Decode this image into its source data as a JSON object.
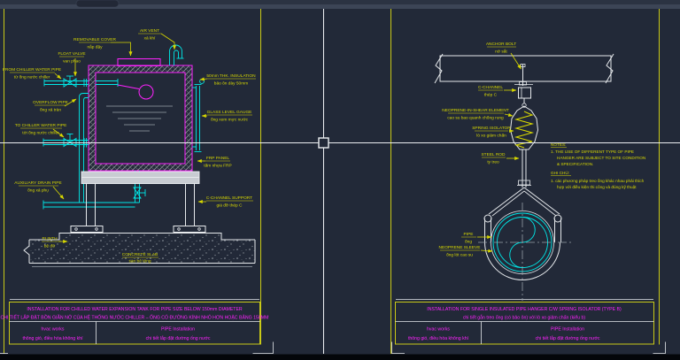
{
  "colors": {
    "background": "#222938",
    "frame_yellow": "#c9c917",
    "annotation_yellow": "#d8d800",
    "detail_magenta": "#ff22ff",
    "pipe_cyan": "#00e8e8",
    "line_white": "#e6e9ec",
    "hatch_gray": "#98a0a8"
  },
  "left_sheet": {
    "labels": {
      "removable_cover": {
        "en": "REMOVABLE COVER",
        "vn": "nắp đậy"
      },
      "air_vent": {
        "en": "AIR VENT",
        "vn": "xả khí"
      },
      "float_valve": {
        "en": "FLOAT VALVE",
        "vn": "van phao"
      },
      "from_chiller_water_pipe": {
        "en": "FROM CHILLER WATER PIPE",
        "vn": "từ ống nước chiller"
      },
      "overflow_pipe": {
        "en": "OVERFLOW PIPE",
        "vn": "ống xả tràn"
      },
      "insulation": {
        "en": "50mm THK. INSULATION",
        "vn": "bảo ôn dày 50mm"
      },
      "glass_level_gauge": {
        "en": "GLASS LEVEL GAUGE",
        "vn": "ống xem mực nước"
      },
      "to_chiller_water_pipe": {
        "en": "TO CHILLER WATER PIPE",
        "vn": "tới ống nước chiller"
      },
      "frp_panel": {
        "en": "FRP PANEL",
        "vn": "tấm nhựa FRP"
      },
      "auxiliary_drain_pipe": {
        "en": "AUXILIARY DRAIN PIPE",
        "vn": "ống xả phụ"
      },
      "c_channel_support": {
        "en": "C-CHANNEL SUPPORT",
        "vn": "giá đỡ thép C"
      },
      "plinth": {
        "en": "PLINTH",
        "vn": "bệ đỡ"
      },
      "concrete_slab": {
        "en": "CONCRETE SLAB",
        "vn": "sàn bê tông"
      }
    },
    "title_block": {
      "title_en": "INSTALLATION FOR CHILLED WATER EXPANSION TANK FOR PIPE SIZE BELOW 150mm DIAMETER",
      "title_vn": "CHI TIẾT LẮP ĐẶT BỒN GIÃN NỞ CỦA HỆ THỐNG NƯỚC CHILLER – ỐNG CÓ ĐƯỜNG KÍNH NHỎ HƠN HOẶC BẰNG 150MM",
      "discipline_en": "hvac works",
      "discipline_vn": "thông gió, điều hòa không khí",
      "category_en": "PIPE  Installation",
      "category_vn": "chi tiết lắp đặt đường ống nước"
    }
  },
  "right_sheet": {
    "labels": {
      "anchor_bolt": {
        "en": "ANCHOR BOLT",
        "vn": "nở sắt"
      },
      "c_channel": {
        "en": "C-CHANNEL",
        "vn": "thép C"
      },
      "neoprene_in_shear": {
        "en": "NEOPRENE-IN-SHEAR ELEMENT",
        "vn": "cao su bao quanh chống rung"
      },
      "spring_isolator": {
        "en": "SPRING ISOLATOR",
        "vn": "lò xo giảm chấn"
      },
      "steel_rod": {
        "en": "STEEL ROD",
        "vn": "ty treo"
      },
      "pipe": {
        "en": "PIPE",
        "vn": "ống"
      },
      "neoprene_sleeve": {
        "en": "NEOPRENE SLEEVE",
        "vn": "ống lót cao su"
      }
    },
    "notes": {
      "heading_en": "NOTES:",
      "lines_en": [
        "1. THE USE OF DIFFERENT TYPE OF PIPE",
        "HANGER ARE SUBJECT TO SITE CONDITION",
        "& SPECIFICATION."
      ],
      "heading_vn": "GHI CHÚ:",
      "lines_vn": [
        "1. các phương pháp treo ống khác nhau phải thích",
        "hợp với điều kiện thi công và đúng kỹ thuật"
      ]
    },
    "title_block": {
      "title_en": "INSTALLATION FOR SINGLE INSULATED PIPE HANGER C/W SPRING ISOLATOR (TYPE B)",
      "title_vn": "chi tiết gắn treo ống (có bảo ôn) với lò xo giảm chấn (kiểu b)",
      "discipline_en": "hvac works",
      "discipline_vn": "thông gió, điều hòa không khí",
      "category_en": "PIPE  Installation",
      "category_vn": "chi tiết lắp đặt đường ống nước"
    }
  }
}
